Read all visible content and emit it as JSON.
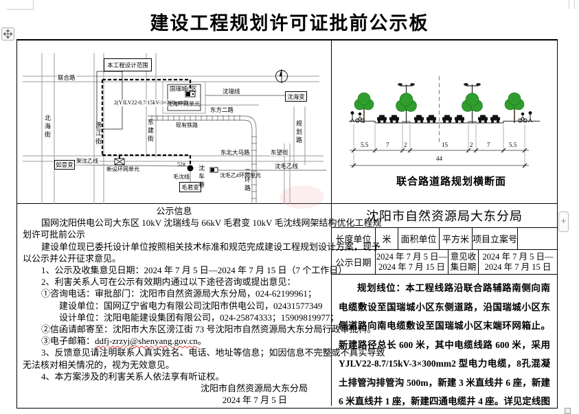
{
  "page": {
    "title": "建设工程规划许可证批前公示板"
  },
  "map": {
    "labels": {
      "design_scope": "本工程设计范围",
      "lianhe_road": "联合路",
      "beihai_street": "北海街",
      "pangjiang_street": "滂江街",
      "dongjian_street": "东建街",
      "cable_spec": "2(YJLV22-8.7/15kV-3×300mm2)",
      "guorui_block": "国瑞城C区",
      "shenhai_ring_unit": "沈海环网单元",
      "shenrui_line": "沈瑞线",
      "shenhai_substation": "沈海变",
      "dongfang_2nd_road": "东方二路",
      "existing_railway": "现有铁路",
      "planned_road": "规划路",
      "dongbei_avenue": "东北大马路",
      "dongwang_street": "东望街",
      "shenmao_b_line": "沈毛乙线",
      "shenmao_b_ring_unit": "沈毛乙#环网单元",
      "second_ring_road": "二环路",
      "new_ring_unit": "新设环网单元",
      "jiashen_b_line": "架沈乙线",
      "ruyi_substation": "如意变",
      "maoshen_line": "毛沈线",
      "pole_52": "52#",
      "maojun_substation": "毛君变",
      "shenche_lane": "沈车巷"
    }
  },
  "cross_section": {
    "caption": "联合路道路规划横断面",
    "dims": [
      "5.5",
      "7",
      "2",
      "15",
      "2",
      "7",
      "5.5"
    ],
    "total": "44"
  },
  "notice": {
    "heading": "公示信息",
    "lines": [
      "国网沈阳供电公司大东区 10kV 沈瑞线与 66kV 毛君变 10kV 毛沈线网架结构优化工程规",
      "划许可批前公示",
      "建设单位现已委托设计单位按照相关技术标准和规范完成建设工程规划设计方案，现予",
      "以公示并公开征求意见。",
      "1、公示及收集意见日期：2024 年 7 月 5 日—2024 年 7 月 15 日（7 个工作日）",
      "2、利害关系人可在公示有效期内通过以下途径咨询或提出意见：",
      "①咨询电话：审批部门：沈阳市自然资源局大东分局，024-62199961；",
      "建设单位：国网辽宁省电力有限公司沈阳市供电公司，02431577349",
      "设计单位：沈阳电能建设集团有限公司，024-25874333；15909819977；",
      "②信函请邮寄至：沈阳市大东区滂江街 73 号沈阳市自然资源局大东分局行政审批科。",
      "3、反馈意见请注明联系人真实姓名、电话、地址等信息；如因信息不完整或不真实导致",
      "无法核对相关情况的，视为无效意见。",
      "4、本方案涉及的利害关系人依法享有听证权。"
    ],
    "email_line": {
      "prefix": "③电子邮箱：",
      "email": "ddfj-zrzyj@shenyang.gov.cn",
      "suffix": "。"
    },
    "signature": "沈阳市自然资源局大东分局",
    "sign_date": "2024 年 7 月 5 日"
  },
  "bureau": {
    "title": "沈阳市自然资源局大东分局",
    "units": {
      "length_label": "长度单位",
      "length_value": "米",
      "area_label": "面积单位",
      "area_value": "平方米",
      "case_label": "项目立案号",
      "case_value": ""
    },
    "dates": {
      "publicity_label": "公示日期",
      "publicity_value": "2024 年 7 月 5 日—\n2024 年 7 月 15 日",
      "collect_label": "意见收集日期",
      "collect_value": "2024 年 7 月 5 日—\n2024 年 7 月 15 日"
    },
    "plan_text": "规划线位：本工程线路沿联合路辅路南侧向南电缆敷设至国瑞城小区东侧道路，沿国瑞城小区东侧道路向南电缆敷设至国瑞城小区末端环网箱止。新建路径总长 600 米，其中电缆线路 600 米，采用 YJLV22-8.7/15kV-3×300mm2 型电力电缆，8孔混凝土排管沟排管沟 500m，新建 3 米直线井 6 座，新建 6 米直线井 1 座，新建四通电缆井 4 座。详见定线图设计。"
  },
  "artifacts": {
    "plus_handle": "+"
  },
  "colors": {
    "tree_green": "#2f9e2f",
    "tree_edge": "#187018",
    "centerline_red": "#c2603d",
    "squiggle_red": "#e03030"
  }
}
